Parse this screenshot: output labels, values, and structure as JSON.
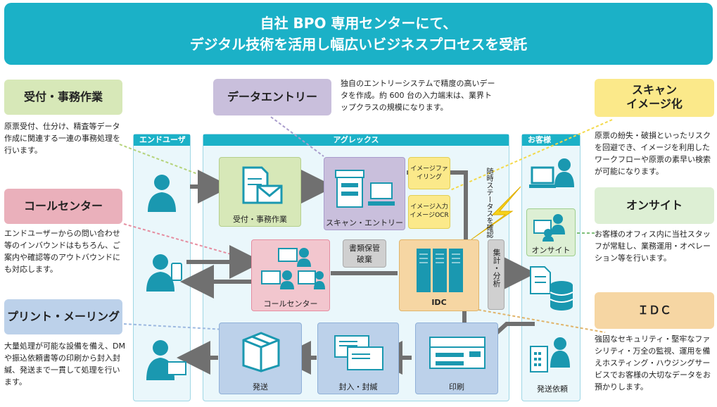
{
  "banner": {
    "line1": "自社 BPO 専用センターにて、",
    "line2": "デジタル技術を活用し幅広いビジネスプロセスを受託"
  },
  "services": {
    "reception": {
      "title": "受付・事務作業",
      "desc": "原票受付、仕分け、精査等データ作成に関連する一連の事務処理を行います。"
    },
    "data_entry": {
      "title": "データエントリー",
      "desc": "独自のエントリーシステムで精度の高いデータを作成。約 600 台の入力端末は、業界トップクラスの規模になります。"
    },
    "scan": {
      "title_line1": "スキャン",
      "title_line2": "イメージ化",
      "desc": "原票の紛失・破損といったリスクを回避でき、イメージを利用したワークフローや原票の素早い検索が可能になります。"
    },
    "call_center": {
      "title": "コールセンター",
      "desc": "エンドユーザーからの問い合わせ等のインバウンドはもちろん、ご案内や確認等のアウトバウンドにも対応します。"
    },
    "onsite": {
      "title": "オンサイト",
      "desc": "お客様のオフィス内に当社スタッフが常駐し、業務運用・オペレーション等を行います。"
    },
    "print_mailing": {
      "title": "プリント・メーリング",
      "desc": "大量処理が可能な設備を備え、DM や振込依頼書等の印刷から封入封緘、発送まで一貫して処理を行います。"
    },
    "idc": {
      "title": "ＩＤＣ",
      "desc": "強固なセキュリティ・堅牢なファシリティ・万全の監視、運用を備えホスティング・ハウジングサービスでお客様の大切なデータをお預かりします。"
    }
  },
  "panels": {
    "end_user": "エンドユーザー",
    "agrex": "アグレックス",
    "customer": "お客様"
  },
  "nodes": {
    "reception": "受付・事務作業",
    "scan_entry": "スキャン・エントリー",
    "image_filing": "イメージファイリング",
    "image_ocr_line1": "イメージ入力",
    "image_ocr_line2": "イメージOCR",
    "status_check": "随時ステータスを確認",
    "doc_storage_line1": "書類保管",
    "doc_storage_line2": "破棄",
    "call_center": "コールセンター",
    "idc": "IDC",
    "aggregate": "集計・分析",
    "onsite": "オンサイト",
    "shipping": "発送",
    "enclosing": "封入・封緘",
    "printing": "印刷",
    "shipping_request": "発送依頼"
  },
  "colors": {
    "banner": "#1bb1c7",
    "green": "#d7e8b8",
    "purple": "#c9bfdc",
    "yellow": "#fbe98a",
    "pink": "#eab0bb",
    "light_green": "#ddefd4",
    "blue": "#bcd1ea",
    "orange": "#f6d6a3",
    "icon": "#1a98b0"
  }
}
